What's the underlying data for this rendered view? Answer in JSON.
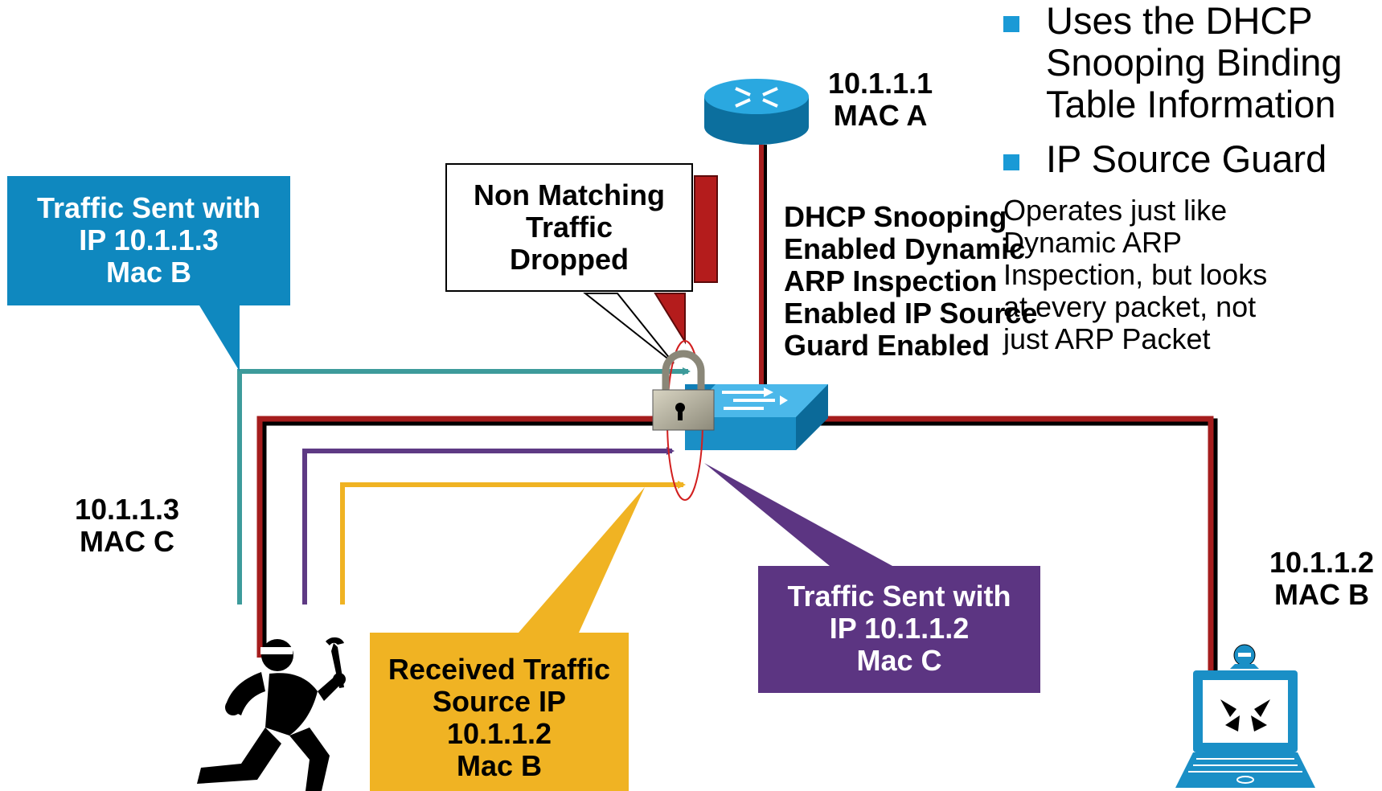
{
  "bullets": {
    "b1": [
      "Uses the DHCP",
      "Snooping Binding",
      "Table Information"
    ],
    "b2": "IP Source Guard",
    "sub": [
      "Operates just like",
      "Dynamic ARP",
      "Inspection, but looks",
      "at every packet, not",
      "just ARP Packet"
    ]
  },
  "router_label": [
    "10.1.1.1",
    "MAC A"
  ],
  "switch_label": [
    "DHCP Snooping",
    "Enabled Dynamic",
    "ARP Inspection",
    "Enabled IP Source",
    "Guard Enabled"
  ],
  "attacker_label": [
    "10.1.1.3",
    "MAC C"
  ],
  "laptop_label": [
    "10.1.1.2",
    "MAC B"
  ],
  "callout_drop": [
    "Non Matching",
    "Traffic",
    "Dropped"
  ],
  "callout_teal": [
    "Traffic Sent with",
    "IP 10.1.1.3",
    "Mac B"
  ],
  "callout_purple": [
    "Traffic Sent with",
    "IP  10.1.1.2",
    "Mac C"
  ],
  "callout_yellow": [
    "Received Traffic",
    "Source IP",
    "10.1.1.2",
    "Mac B"
  ],
  "colors": {
    "cable_red": "#a51d1d",
    "teal": "#3d9b9b",
    "purple": "#5e3a84",
    "yellow": "#f0b323",
    "blue_callout": "#0f88bf",
    "purple_callout": "#5c3582",
    "yellow_callout": "#f0b323",
    "device_blue": "#1a8fc6"
  }
}
